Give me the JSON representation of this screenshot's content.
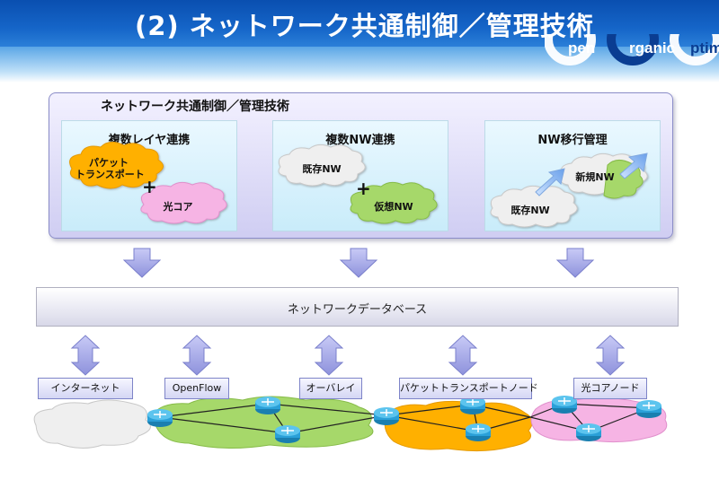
{
  "header": {
    "title": "(2) ネットワーク共通制御／管理技術",
    "logo": {
      "letters": [
        "pen",
        "rganic",
        "ptima"
      ]
    }
  },
  "panel": {
    "title": "ネットワーク共通制御／管理技術",
    "sections": [
      {
        "title": "複数レイヤ連携",
        "clouds": [
          "パケット\nトランスポート",
          "光コア"
        ]
      },
      {
        "title": "複数NW連携",
        "clouds": [
          "既存NW",
          "仮想NW"
        ]
      },
      {
        "title": "NW移行管理",
        "clouds": [
          "既存NW",
          "新規NW"
        ]
      }
    ]
  },
  "database": {
    "label": "ネットワークデータベース"
  },
  "networks": [
    "インターネット",
    "OpenFlow",
    "オーバレイ",
    "パケットトランスポートノード",
    "光コアノード"
  ],
  "colors": {
    "header": "#1565c8",
    "arrow": "#9fa3e8",
    "cloud_green": "#a6d86a",
    "cloud_orange": "#ffb000",
    "cloud_pink": "#f6b4e4",
    "cloud_gray": "#efefef"
  }
}
